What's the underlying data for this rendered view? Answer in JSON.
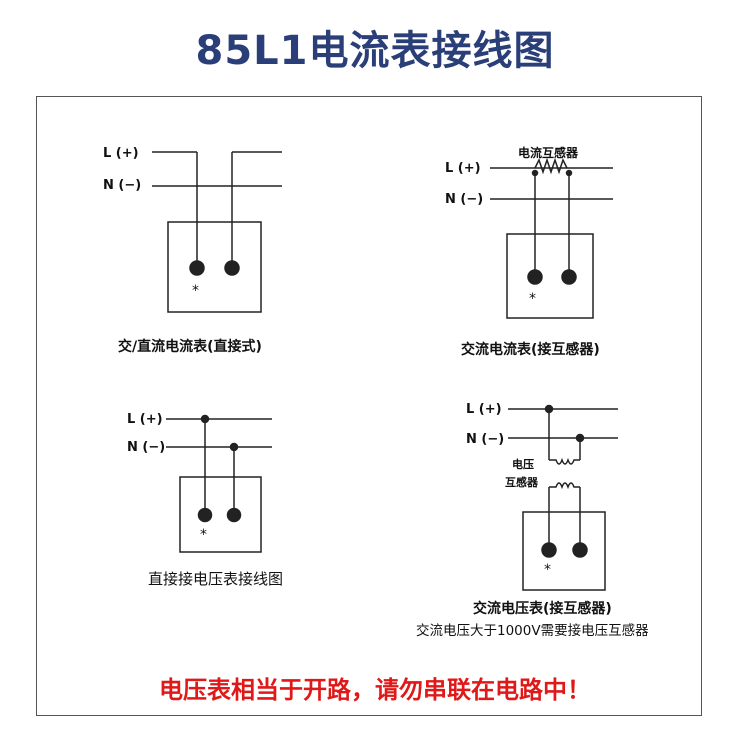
{
  "title": "85L1电流表接线图",
  "diagrams": {
    "d1": {
      "L": "L (+)",
      "N": "N (−)",
      "star": "*",
      "caption": "交/直流电流表(直接式)"
    },
    "d2": {
      "L": "L (+)",
      "N": "N (−)",
      "ct_label": "电流互感器",
      "star": "*",
      "caption": "交流电流表(接互感器)"
    },
    "d3": {
      "L": "L (+)",
      "N": "N (−)",
      "star": "*",
      "caption": "直接接电压表接线图"
    },
    "d4": {
      "L": "L (+)",
      "N": "N (−)",
      "pt_label_1": "电压",
      "pt_label_2": "互感器",
      "star": "*",
      "caption": "交流电压表(接互感器)",
      "note": "交流电压大于1000V需要接电压互感器"
    }
  },
  "warning": "电压表相当于开路，请勿串联在电路中！"
}
